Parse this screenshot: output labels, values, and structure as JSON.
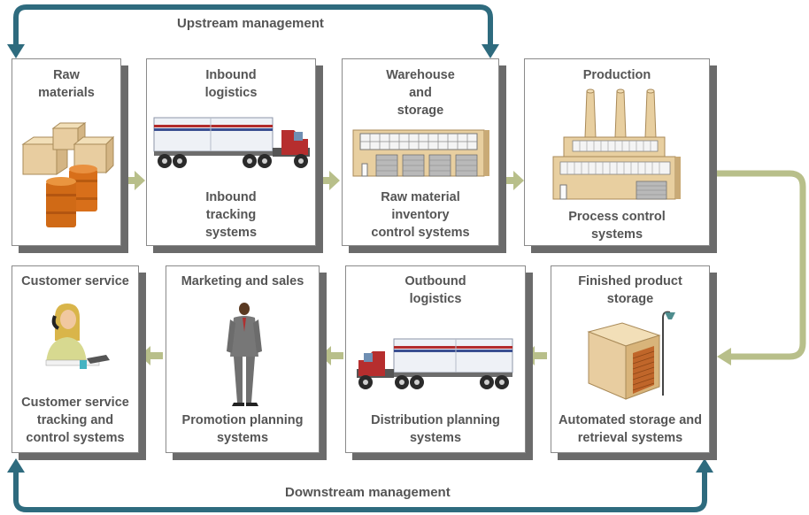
{
  "upstream_label": "Upstream management",
  "downstream_label": "Downstream management",
  "colors": {
    "frame_arrow": "#2e6b7e",
    "flow_arrow": "#b8bf8a",
    "box_shadow": "#6b6b6b",
    "text": "#555555"
  },
  "stages": {
    "raw": {
      "title": "Raw\nmaterials",
      "subtitle": "",
      "icon": "crates-and-barrels-icon"
    },
    "inbound": {
      "title": "Inbound\nlogistics",
      "subtitle": "Inbound\ntracking\nsystems",
      "icon": "truck-icon"
    },
    "warehouse": {
      "title": "Warehouse\nand\nstorage",
      "subtitle": "Raw material\ninventory\ncontrol systems",
      "icon": "warehouse-icon"
    },
    "production": {
      "title": "Production",
      "subtitle": "Process control\nsystems",
      "icon": "factory-icon"
    },
    "customer": {
      "title": "Customer service",
      "subtitle": "Customer service\ntracking and\ncontrol systems",
      "icon": "phone-operator-icon"
    },
    "marketing": {
      "title": "Marketing and sales",
      "subtitle": "Promotion planning\nsystems",
      "icon": "businessman-icon"
    },
    "outbound": {
      "title": "Outbound\nlogistics",
      "subtitle": "Distribution planning\nsystems",
      "icon": "truck-icon"
    },
    "finished": {
      "title": "Finished product\nstorage",
      "subtitle": "Automated storage and\nretrieval systems",
      "icon": "storage-unit-icon"
    }
  }
}
